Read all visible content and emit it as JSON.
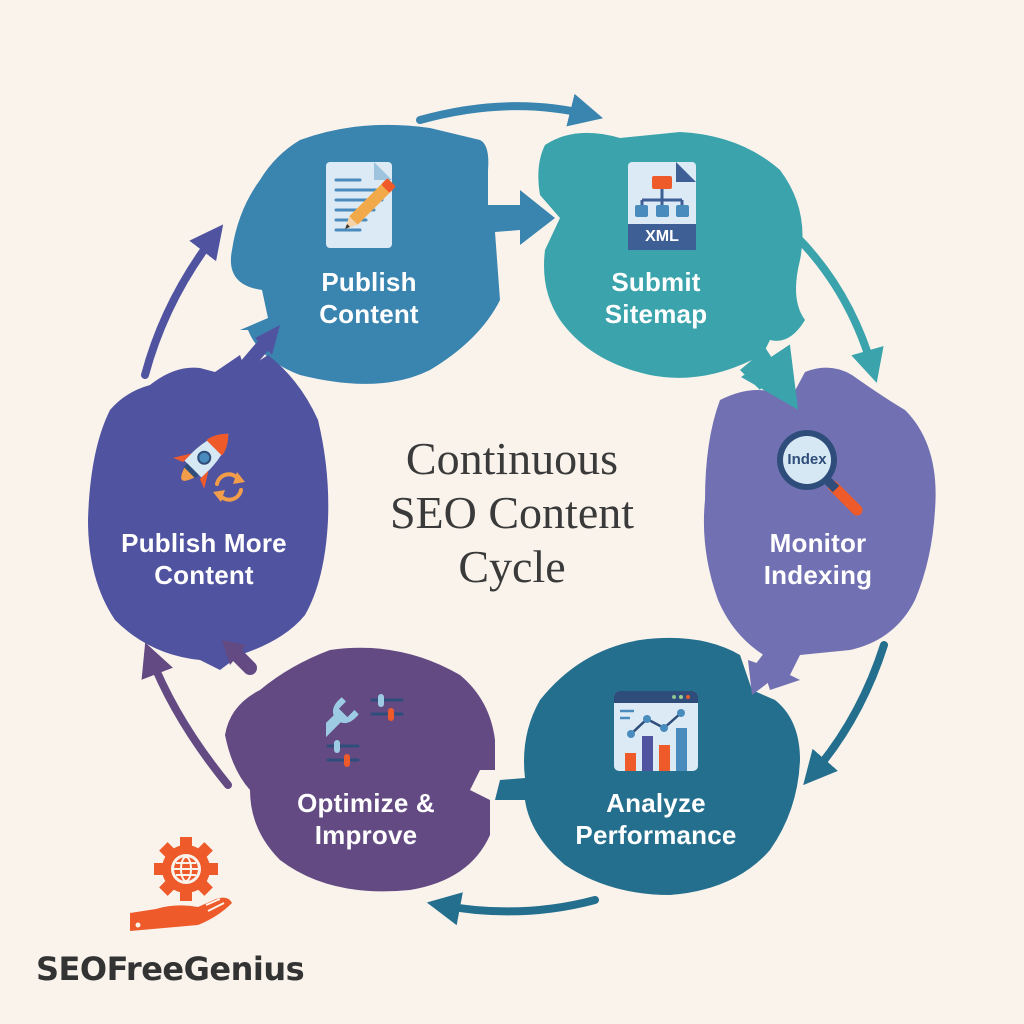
{
  "title": {
    "line1": "Continuous",
    "line2": "SEO Content",
    "line3": "Cycle"
  },
  "nodes": [
    {
      "id": "publish-content",
      "line1": "Publish",
      "line2": "Content",
      "icon": "document-pencil-icon",
      "color": "#3a84b0"
    },
    {
      "id": "submit-sitemap",
      "line1": "Submit",
      "line2": "Sitemap",
      "icon": "xml-sitemap-icon",
      "color": "#3aa3ab"
    },
    {
      "id": "monitor-indexing",
      "line1": "Monitor",
      "line2": "Indexing",
      "icon": "magnifier-index-icon",
      "icon_text": "Index",
      "color": "#7170b2"
    },
    {
      "id": "analyze-performance",
      "line1": "Analyze",
      "line2": "Performance",
      "icon": "analytics-chart-icon",
      "color": "#236f8d"
    },
    {
      "id": "optimize-improve",
      "line1": "Optimize &",
      "line2": "Improve",
      "icon": "wrench-sliders-icon",
      "color": "#634a82"
    },
    {
      "id": "publish-more-content",
      "line1": "Publish More",
      "line2": "Content",
      "icon": "rocket-refresh-icon",
      "color": "#5053a0"
    }
  ],
  "sitemap_icon_label": "XML",
  "brand": {
    "name": "SEOFreeGenius",
    "icon": "hand-gear-globe-icon",
    "color": "#ee5a2a"
  },
  "colors": {
    "background": "#f9f3ec",
    "title_text": "#3a3a3a",
    "accent_orange": "#ee5a2a"
  }
}
